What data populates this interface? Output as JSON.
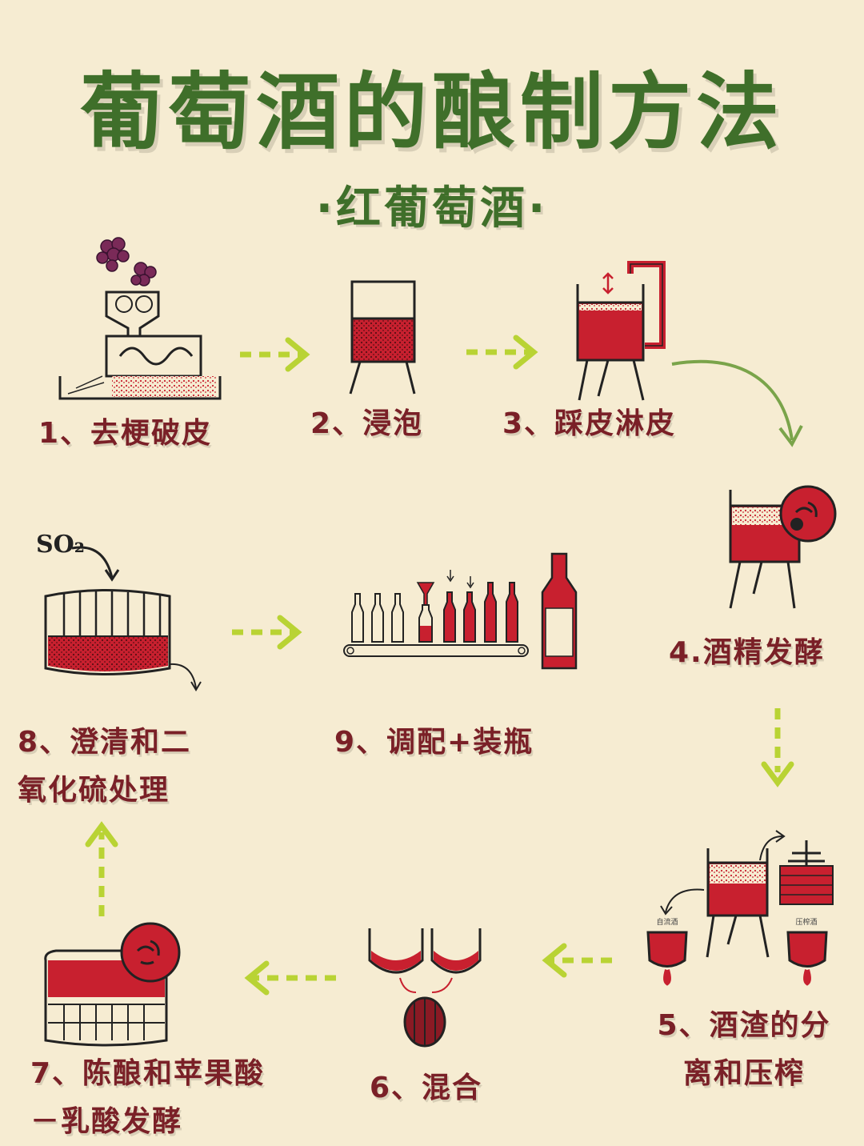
{
  "title": "葡萄酒的酿制方法",
  "subtitle": "·红葡萄酒·",
  "steps": [
    {
      "label": "1、去梗破皮"
    },
    {
      "label": "2、浸泡"
    },
    {
      "label": "3、踩皮淋皮"
    },
    {
      "label": "4.酒精发酵"
    },
    {
      "label": "5、酒渣的分\n离和压榨"
    },
    {
      "label": "6、混合"
    },
    {
      "label": "7、陈酿和苹果酸\n－乳酸发酵"
    },
    {
      "label": "8、澄清和二\n氧化硫处理"
    },
    {
      "label": "9、调配+装瓶"
    }
  ],
  "annotations": {
    "free_run": "自流酒",
    "press_wine": "压榨酒",
    "so2": "SO₂"
  },
  "colors": {
    "title_green": "#3f6f2a",
    "label_red": "#7a2027",
    "wine_red": "#c8202f",
    "arrow_green": "#b9d334",
    "background": "#f6ecd2"
  }
}
